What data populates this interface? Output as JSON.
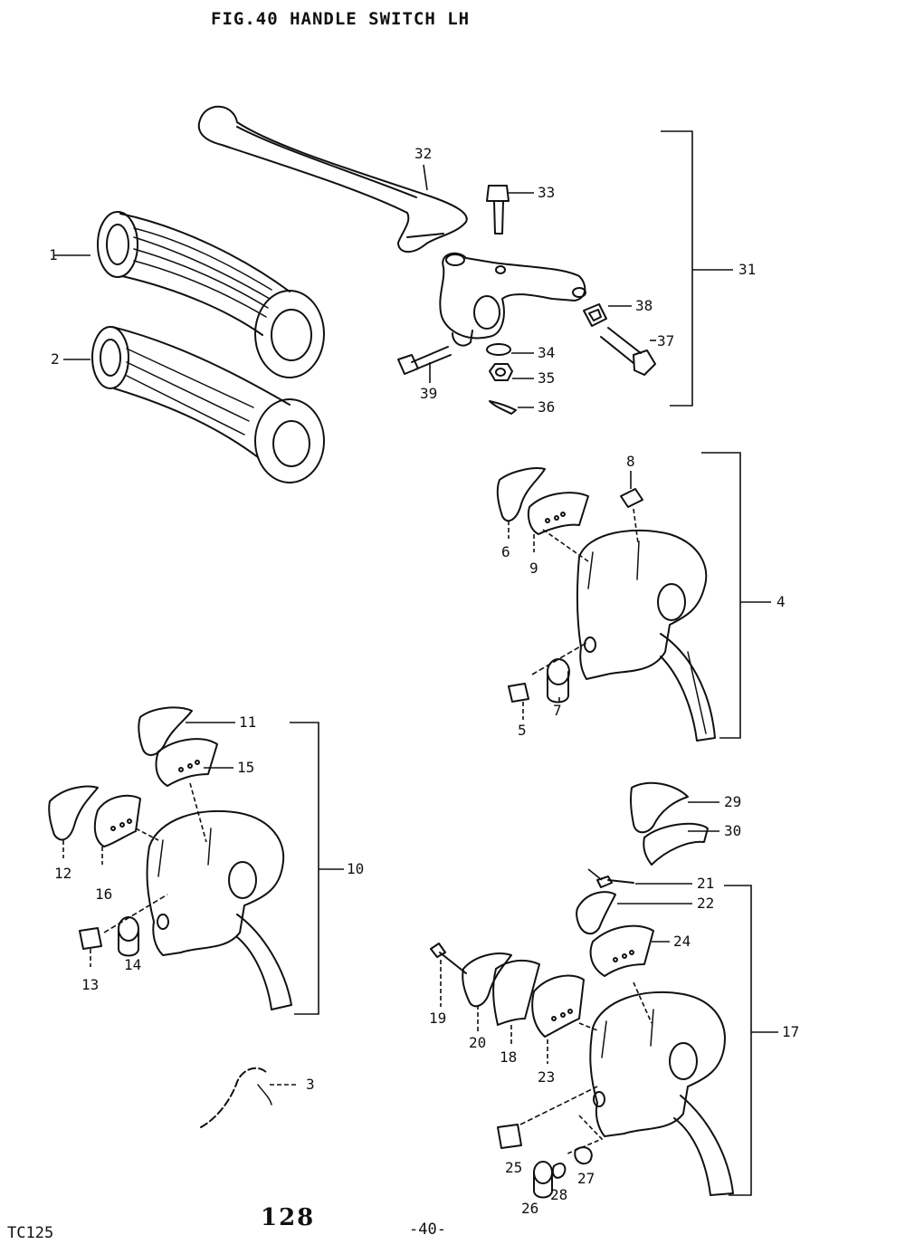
{
  "header": {
    "title": "FIG.40  HANDLE SWITCH LH"
  },
  "footer": {
    "model": "TC125",
    "page_number": "128",
    "section": "-40-"
  },
  "parts": {
    "p1": "1",
    "p2": "2",
    "p3": "3",
    "p4": "4",
    "p5": "5",
    "p6": "6",
    "p7": "7",
    "p8": "8",
    "p9": "9",
    "p10": "10",
    "p11": "11",
    "p12": "12",
    "p13": "13",
    "p14": "14",
    "p15": "15",
    "p16": "16",
    "p17": "17",
    "p18": "18",
    "p19": "19",
    "p20": "20",
    "p21": "21",
    "p22": "22",
    "p23": "23",
    "p24": "24",
    "p25": "25",
    "p26": "26",
    "p27": "27",
    "p28": "28",
    "p29": "29",
    "p30": "30",
    "p31": "31",
    "p32": "32",
    "p33": "33",
    "p34": "34",
    "p35": "35",
    "p36": "36",
    "p37": "37",
    "p38": "38",
    "p39": "39"
  },
  "colors": {
    "ink": "#111111",
    "paper": "#ffffff"
  }
}
